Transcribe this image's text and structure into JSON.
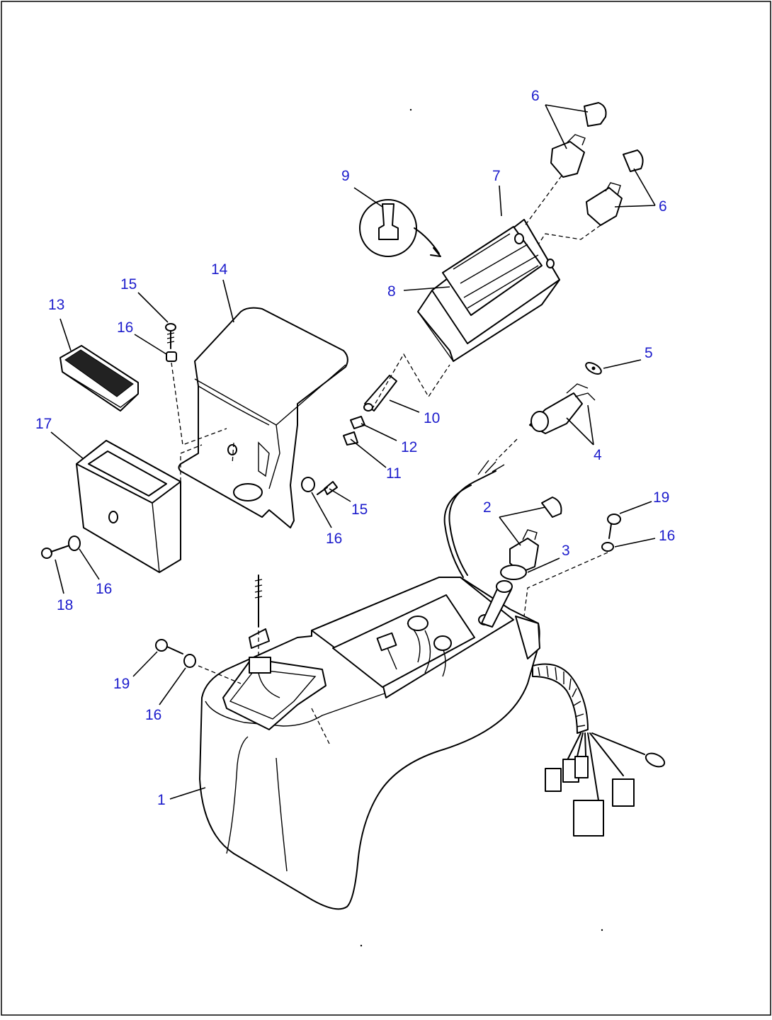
{
  "diagram": {
    "callouts": [
      {
        "id": "c1",
        "label": "1"
      },
      {
        "id": "c2",
        "label": "2"
      },
      {
        "id": "c3",
        "label": "3"
      },
      {
        "id": "c4",
        "label": "4"
      },
      {
        "id": "c5",
        "label": "5"
      },
      {
        "id": "c6a",
        "label": "6"
      },
      {
        "id": "c6b",
        "label": "6"
      },
      {
        "id": "c7",
        "label": "7"
      },
      {
        "id": "c8",
        "label": "8"
      },
      {
        "id": "c9",
        "label": "9"
      },
      {
        "id": "c10",
        "label": "10"
      },
      {
        "id": "c11",
        "label": "11"
      },
      {
        "id": "c12",
        "label": "12"
      },
      {
        "id": "c13",
        "label": "13"
      },
      {
        "id": "c14",
        "label": "14"
      },
      {
        "id": "c15a",
        "label": "15"
      },
      {
        "id": "c15b",
        "label": "15"
      },
      {
        "id": "c16a",
        "label": "16"
      },
      {
        "id": "c16b",
        "label": "16"
      },
      {
        "id": "c16c",
        "label": "16"
      },
      {
        "id": "c16d",
        "label": "16"
      },
      {
        "id": "c16e",
        "label": "16"
      },
      {
        "id": "c17",
        "label": "17"
      },
      {
        "id": "c18",
        "label": "18"
      },
      {
        "id": "c19a",
        "label": "19"
      },
      {
        "id": "c19b",
        "label": "19"
      }
    ],
    "colors": {
      "callout": "#1d1dcc",
      "line": "#000000",
      "background": "#ffffff"
    }
  }
}
